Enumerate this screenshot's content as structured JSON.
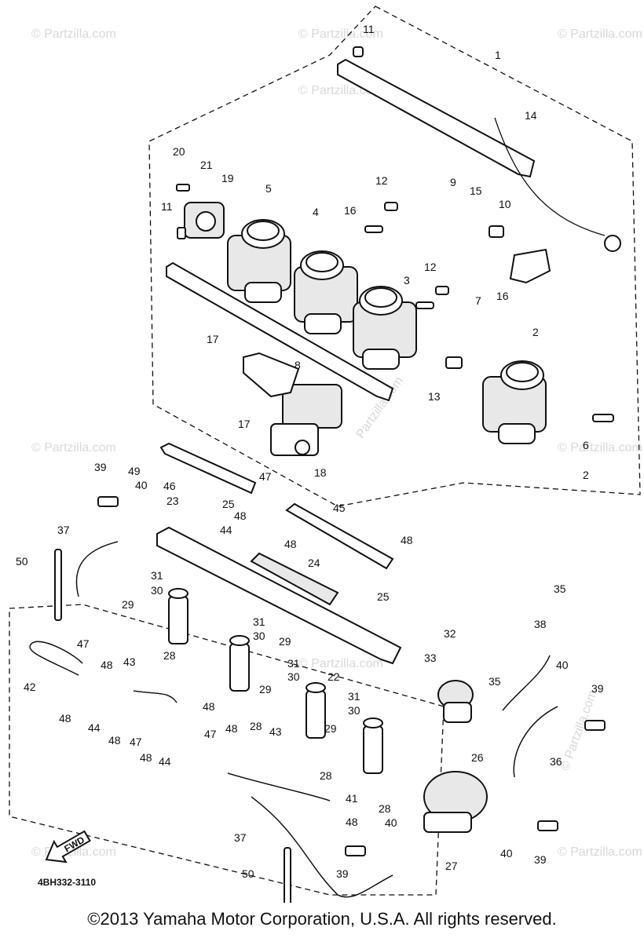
{
  "diagram": {
    "code": "4BH332-3110",
    "fwd_label": "FWD",
    "watermarks": [
      "© Partzilla.com",
      "© Partzilla.com",
      "© Partzilla.com",
      "© Partzilla.com",
      "© Partzilla.com",
      "© Partzilla.com",
      "© Partzilla.com",
      "© Partzilla.com",
      "© Partzilla.com",
      "© Partzilla.com",
      "Partzilla.com"
    ],
    "callouts": [
      "11",
      "1",
      "14",
      "20",
      "21",
      "19",
      "5",
      "4",
      "16",
      "12",
      "9",
      "15",
      "10",
      "11",
      "12",
      "3",
      "7",
      "16",
      "2",
      "17",
      "8",
      "13",
      "17",
      "18",
      "6",
      "2",
      "39",
      "49",
      "46",
      "47",
      "40",
      "25",
      "48",
      "45",
      "23",
      "37",
      "44",
      "48",
      "48",
      "50",
      "24",
      "31",
      "30",
      "29",
      "25",
      "35",
      "38",
      "40",
      "31",
      "30",
      "29",
      "28",
      "32",
      "33",
      "22",
      "39",
      "47",
      "31",
      "30",
      "29",
      "35",
      "42",
      "48",
      "43",
      "48",
      "28",
      "48",
      "44",
      "47",
      "48",
      "47",
      "48",
      "43",
      "31",
      "30",
      "29",
      "28",
      "28",
      "44",
      "48",
      "36",
      "26",
      "41",
      "48",
      "40",
      "37",
      "40",
      "39",
      "39",
      "50",
      "27",
      "39",
      "40"
    ],
    "copyright": "©2013 Yamaha Motor Corporation, U.S.A. All rights reserved."
  }
}
